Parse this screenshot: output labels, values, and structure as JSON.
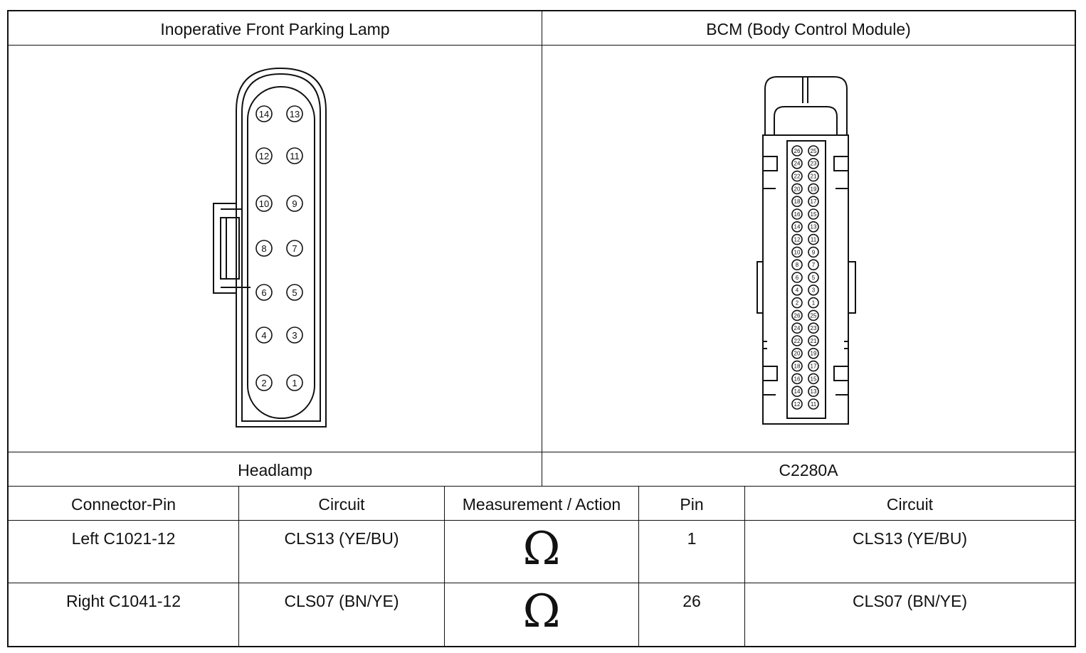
{
  "header": {
    "left_title": "Inoperative Front Parking Lamp",
    "right_title": "BCM (Body Control Module)"
  },
  "connectors": {
    "left_name": "Headlamp",
    "right_name": "C2280A",
    "left_pins": [
      [
        "14",
        "13"
      ],
      [
        "12",
        "11"
      ],
      [
        "10",
        "9"
      ],
      [
        "8",
        "7"
      ],
      [
        "6",
        "5"
      ],
      [
        "4",
        "3"
      ],
      [
        "2",
        "1"
      ]
    ],
    "right_pins": [
      [
        "26",
        "25"
      ],
      [
        "24",
        "23"
      ],
      [
        "22",
        "21"
      ],
      [
        "20",
        "19"
      ],
      [
        "18",
        "17"
      ],
      [
        "16",
        "15"
      ],
      [
        "14",
        "13"
      ],
      [
        "12",
        "11"
      ],
      [
        "10",
        "9"
      ],
      [
        "8",
        "7"
      ],
      [
        "6",
        "5"
      ],
      [
        "4",
        "3"
      ],
      [
        "2",
        "1"
      ],
      [
        "26",
        "25"
      ],
      [
        "24",
        "23"
      ],
      [
        "22",
        "21"
      ],
      [
        "20",
        "19"
      ],
      [
        "18",
        "17"
      ],
      [
        "16",
        "15"
      ],
      [
        "14",
        "13"
      ],
      [
        "12",
        "11"
      ]
    ]
  },
  "table": {
    "headers": [
      "Connector-Pin",
      "Circuit",
      "Measurement / Action",
      "Pin",
      "Circuit"
    ],
    "rows": [
      {
        "connector_pin": "Left C1021-12",
        "circuit": "CLS13 (YE/BU)",
        "measurement_icon": "Ω",
        "pin": "1",
        "bcm_circuit": "CLS13 (YE/BU)"
      },
      {
        "connector_pin": "Right C1041-12",
        "circuit": "CLS07 (BN/YE)",
        "measurement_icon": "Ω",
        "pin": "26",
        "bcm_circuit": "CLS07 (BN/YE)"
      }
    ]
  }
}
